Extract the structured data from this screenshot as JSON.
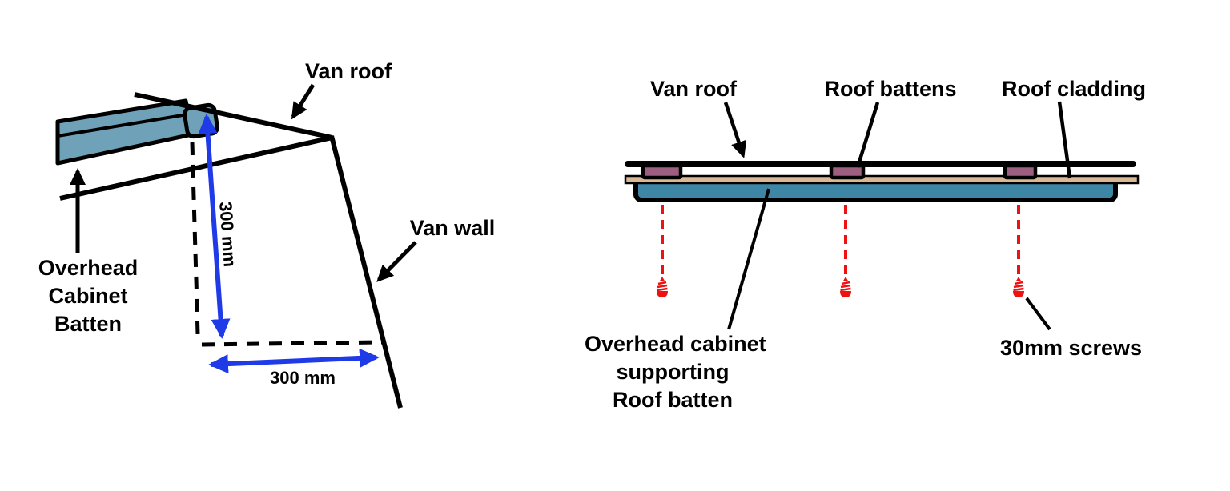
{
  "colors": {
    "background": "#ffffff",
    "line": "#000000",
    "dimension_blue": "#1f3be8",
    "screw_red": "#ee1111",
    "batten_teal": "#6fa1b8",
    "cabinet_teal": "#3e86a5",
    "roof_batten_mauve": "#9c5f80",
    "cladding_tan": "#dcb794"
  },
  "left_diagram": {
    "labels": {
      "van_roof": "Van roof",
      "van_wall": "Van wall",
      "batten_line1": "Overhead",
      "batten_line2": "Cabinet",
      "batten_line3": "Batten",
      "vertical_dimension": "300 mm",
      "horizontal_dimension": "300 mm"
    }
  },
  "right_diagram": {
    "labels": {
      "van_roof": "Van roof",
      "roof_battens": "Roof battens",
      "roof_cladding": "Roof cladding",
      "cabinet_line1": "Overhead cabinet",
      "cabinet_line2": "supporting",
      "cabinet_line3": "Roof batten",
      "screws": "30mm screws"
    },
    "roof_batten_count": 3,
    "screw_count": 3
  }
}
